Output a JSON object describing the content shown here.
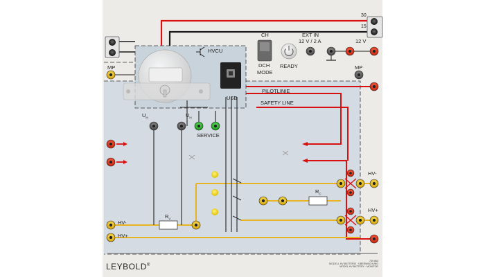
{
  "brand": "LEYBOLD",
  "brand_mark": "®",
  "module": {
    "hvcu_label": "HVCU",
    "usb_label": "USB",
    "ch_label": "CH",
    "dch_label": "DCH",
    "mode_label": "MODE",
    "ready_label": "READY",
    "ext_in_label": "EXT IN",
    "ext_in_rating": "12 V / 2 A",
    "ext_12v_label": "12 V",
    "pilot_line_label": "PILOTLINIE",
    "safety_line_label": "SAFETY LINE",
    "service_label": "SERVICE",
    "mp_left_label": "MP",
    "mp_right_label": "MP",
    "u_label": "U",
    "u_sub_left": "H",
    "u_sub_right": "H",
    "r_label": "R",
    "r_sub": "V",
    "rc_label": "R",
    "rc_sub": "C",
    "hv_minus_left": "HV-",
    "hv_plus_left": "HV+",
    "hv_minus_right": "HV-",
    "hv_plus_right": "HV+",
    "terminal_30": "30",
    "terminal_15": "15"
  },
  "footer": {
    "catalog_number": "739 864",
    "model_line_1": "MODELL HV BATTERIE · ÜBERWACHUNG",
    "model_line_2": "MODEL HV BATTERY · MONITOR"
  },
  "colors": {
    "panel": "#ecebe8",
    "inner_panel": "#d4dbe2",
    "wire_red": "#d81010",
    "wire_black": "#1a1a1a",
    "wire_yellow": "#e8b320",
    "wire_dark": "#333333"
  }
}
